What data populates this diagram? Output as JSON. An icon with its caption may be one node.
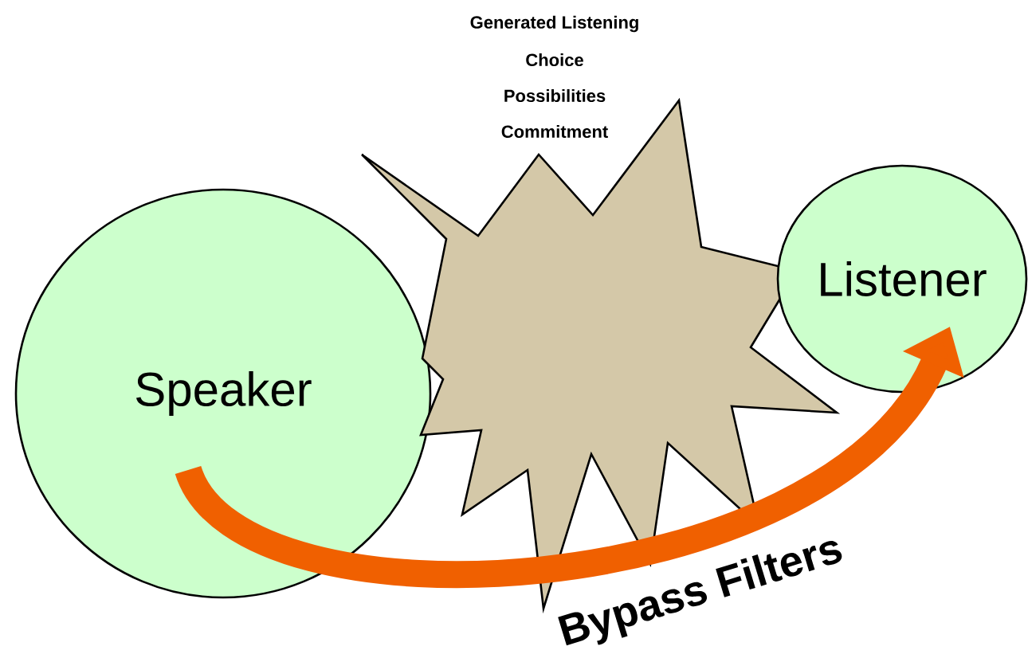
{
  "diagram": {
    "nodes": [
      {
        "text": [
          "Speaker"
        ]
      },
      {
        "text": [],
        "shape": "burst"
      },
      {
        "text": [
          "Listener"
        ]
      }
    ],
    "edges": [
      {
        "from": 0,
        "to": 2,
        "arrow": "to",
        "label": "Bypass Filters",
        "color": "#f06000"
      }
    ],
    "labels": [
      "Generated Listening",
      "Choice",
      "Possibilities",
      "Commitment"
    ]
  }
}
